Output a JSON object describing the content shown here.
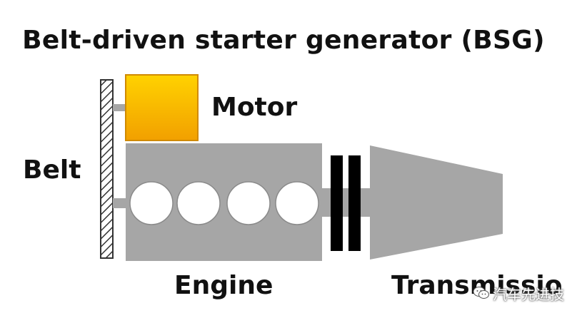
{
  "title": "Belt-driven starter generator (BSG)",
  "labels": {
    "motor": "Motor",
    "belt": "Belt",
    "engine": "Engine",
    "transmission": "Transmissio"
  },
  "watermark": {
    "text": "汽车先进技",
    "icon": "wechat-icon"
  },
  "colors": {
    "motor_fill": "#f7b500",
    "motor_border": "#d08a00",
    "engine_gray": "#a6a6a6",
    "clutch_black": "#000000",
    "cylinder_white": "#ffffff"
  },
  "components": {
    "cylinders": [
      "cylinder-1",
      "cylinder-2",
      "cylinder-3",
      "cylinder-4"
    ],
    "clutch_plates": [
      "clutch-plate-1",
      "clutch-plate-2"
    ]
  }
}
